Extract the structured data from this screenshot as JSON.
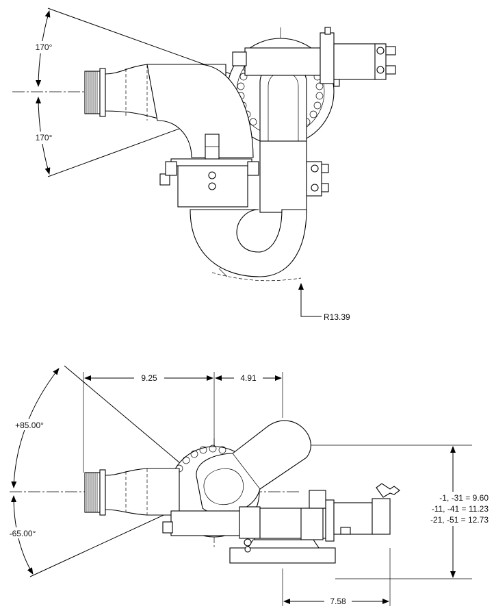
{
  "top_view": {
    "angle_upper": "170°",
    "angle_lower": "170°",
    "radius": "R13.39"
  },
  "side_view": {
    "dim_left": "9.25",
    "dim_right": "4.91",
    "angle_up": "+85.00°",
    "angle_down": "-65.00°",
    "dim_bottom": "7.58",
    "height_table": [
      "-1, -31 = 9.60",
      "-11, -41 = 11.23",
      "-21, -51 = 12.73"
    ]
  }
}
